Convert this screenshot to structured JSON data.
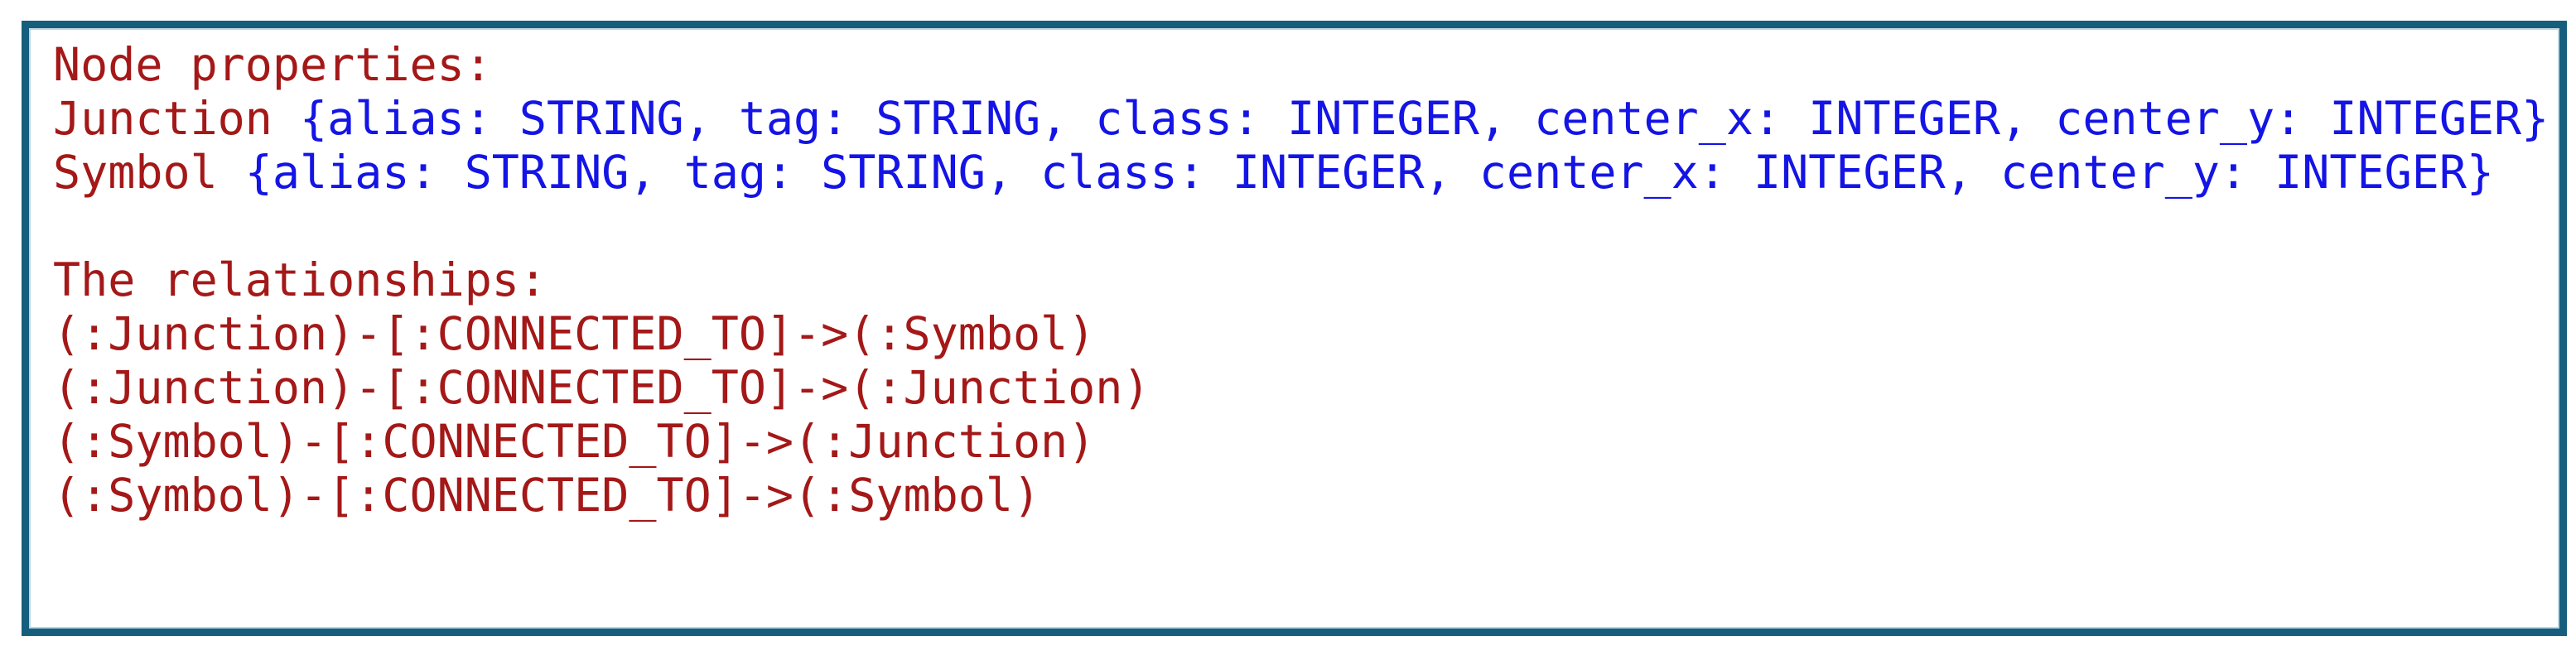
{
  "code_block": {
    "border_color": "#155e7d",
    "inner_edge_color": "#bdd6e2",
    "background_color": "#ffffff",
    "text_colors": {
      "keyword_red": "#a41818",
      "value_blue": "#1414e6"
    },
    "lines": [
      {
        "segments": [
          {
            "text": "Node properties:",
            "color": "red"
          }
        ]
      },
      {
        "segments": [
          {
            "text": "Junction ",
            "color": "red"
          },
          {
            "text": "{alias: STRING, tag: STRING, class: INTEGER, center_x: INTEGER, center_y: INTEGER}",
            "color": "blue"
          }
        ]
      },
      {
        "segments": [
          {
            "text": "Symbol ",
            "color": "red"
          },
          {
            "text": "{alias: STRING, tag: STRING, class: INTEGER, center_x: INTEGER, center_y: INTEGER}",
            "color": "blue"
          }
        ]
      },
      {
        "segments": []
      },
      {
        "segments": [
          {
            "text": "The relationships:",
            "color": "red"
          }
        ]
      },
      {
        "segments": [
          {
            "text": "(:Junction)-[:CONNECTED_TO]->(:Symbol)",
            "color": "red"
          }
        ]
      },
      {
        "segments": [
          {
            "text": "(:Junction)-[:CONNECTED_TO]->(:Junction)",
            "color": "red"
          }
        ]
      },
      {
        "segments": [
          {
            "text": "(:Symbol)-[:CONNECTED_TO]->(:Junction)",
            "color": "red"
          }
        ]
      },
      {
        "segments": [
          {
            "text": "(:Symbol)-[:CONNECTED_TO]->(:Symbol)",
            "color": "red"
          }
        ]
      }
    ]
  }
}
